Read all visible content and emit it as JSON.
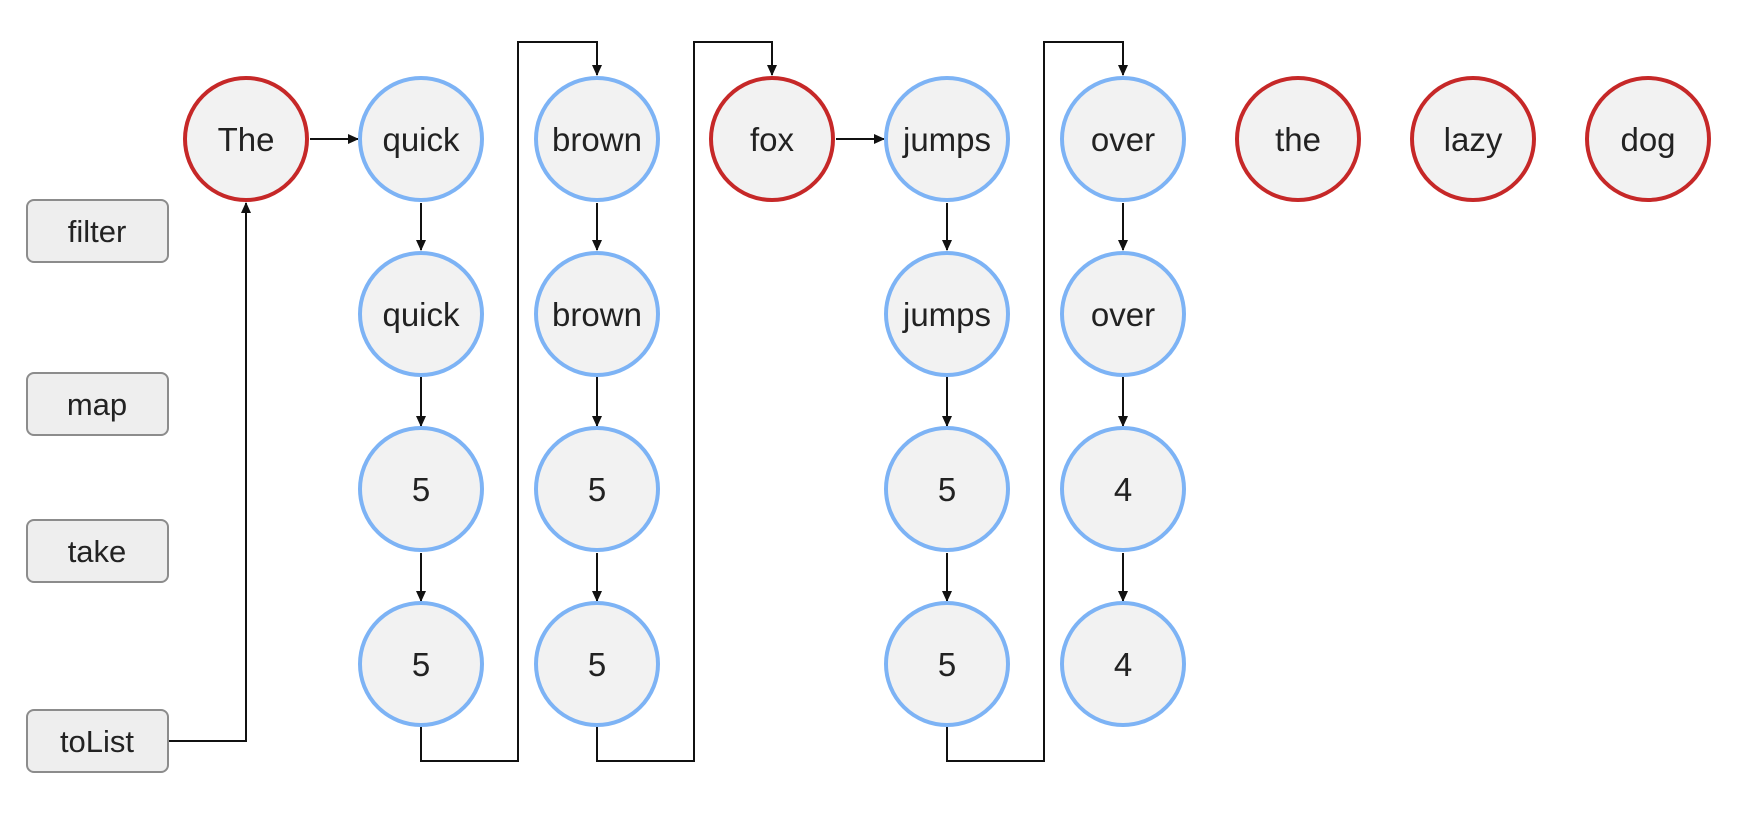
{
  "colors": {
    "node_fill": "#f2f2f2",
    "active_stroke": "#7db3f5",
    "skipped_stroke": "#c62828",
    "operation_fill": "#eeeeee",
    "operation_stroke": "#8c8c8c",
    "edge": "#111111"
  },
  "operations": {
    "filter": "filter",
    "map": "map",
    "take": "take",
    "toList": "toList"
  },
  "words": {
    "w0": "The",
    "w1": "quick",
    "w2": "brown",
    "w3": "fox",
    "w4": "jumps",
    "w5": "over",
    "w6": "the",
    "w7": "lazy",
    "w8": "dog"
  },
  "pipeline": {
    "quick": {
      "filter": "quick",
      "map": "5",
      "take": "5"
    },
    "brown": {
      "filter": "brown",
      "map": "5",
      "take": "5"
    },
    "jumps": {
      "filter": "jumps",
      "map": "5",
      "take": "5"
    },
    "over": {
      "filter": "over",
      "map": "4",
      "take": "4"
    }
  }
}
